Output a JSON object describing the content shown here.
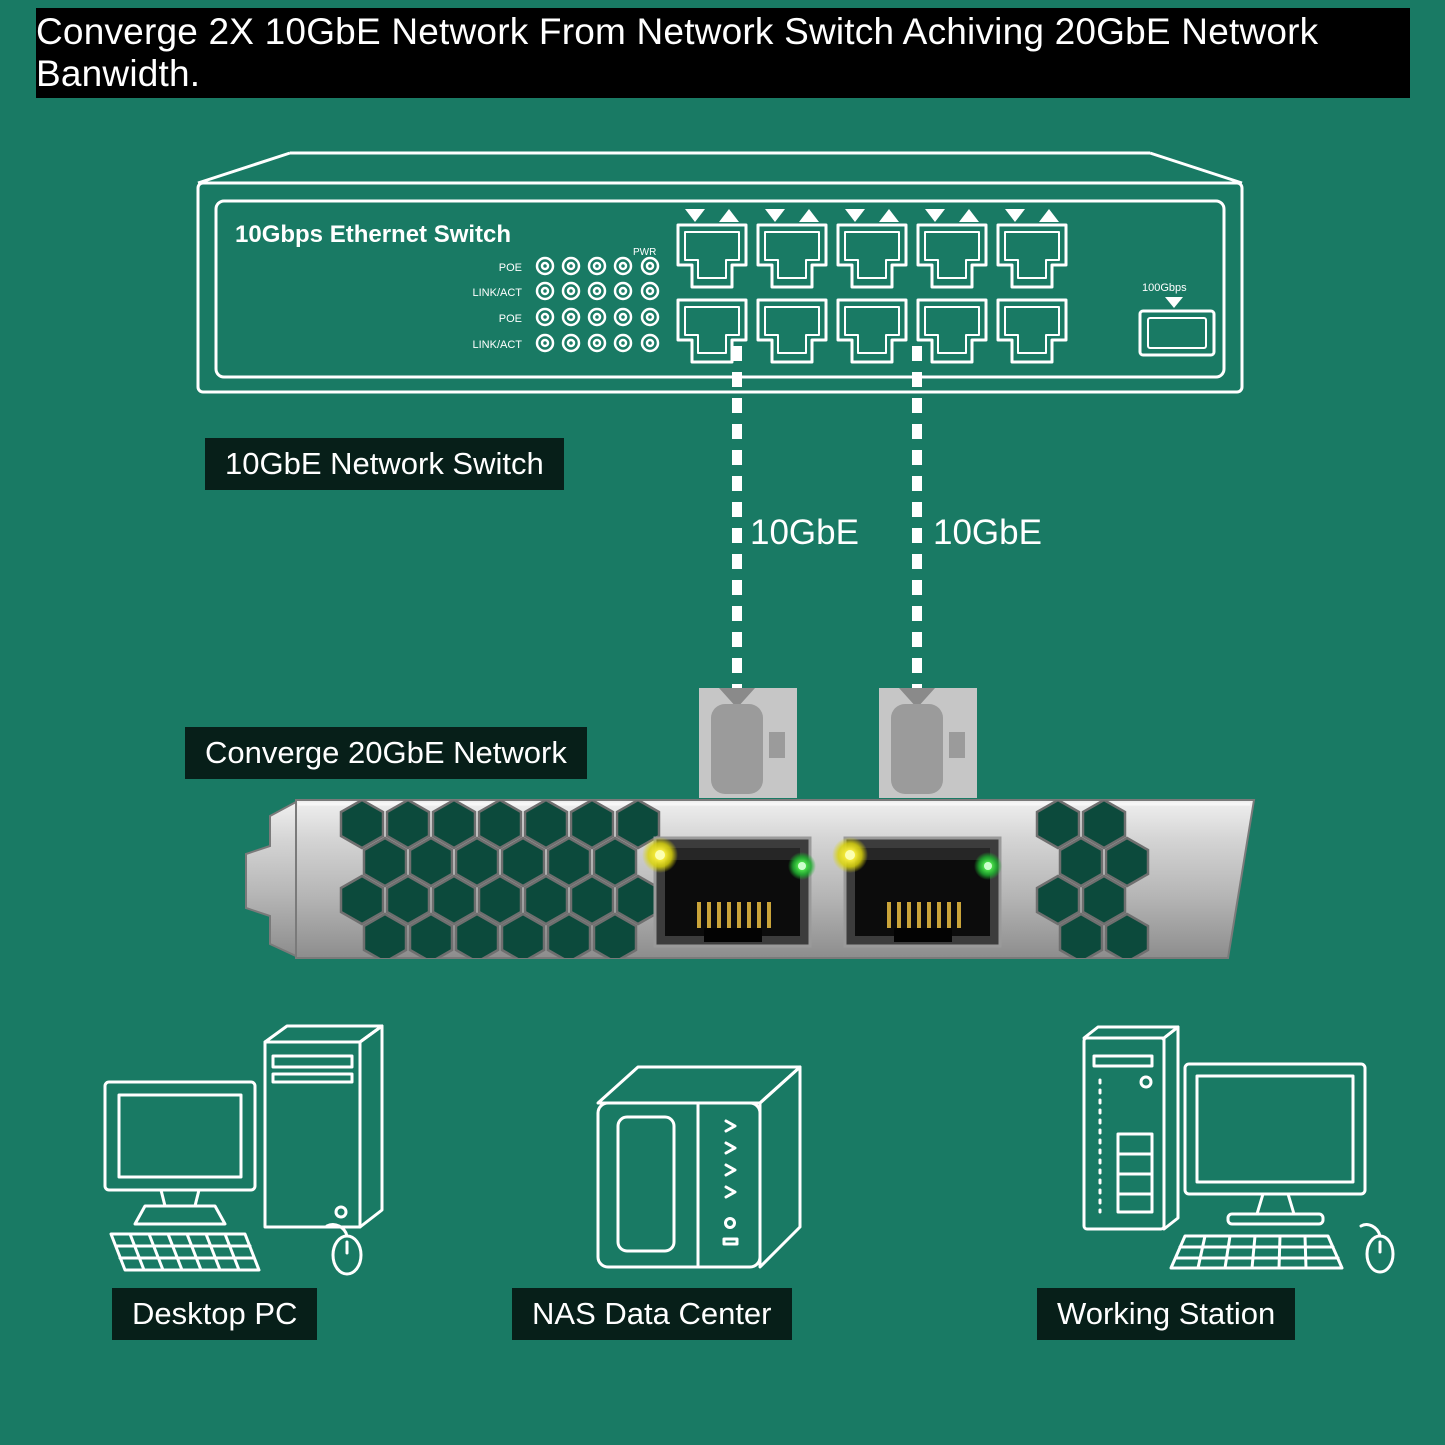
{
  "banner": {
    "title": "Converge 2X 10GbE Network From Network Switch Achiving 20GbE Network Banwidth."
  },
  "colors": {
    "background": "#197a64",
    "banner_bg": "#000000",
    "banner_text": "#ffffff",
    "caption_bg": "rgba(5,15,12,0.85)",
    "caption_text": "#ffffff",
    "line_art": "#ffffff",
    "led_yellow": "#f2e838",
    "led_green": "#35c24a",
    "bracket_metal": "#c0c0c0",
    "cable_gray": "#9b9b9b"
  },
  "switch": {
    "panel_title": "10Gbps Ethernet Switch",
    "led_row_labels": [
      "POE",
      "LINK/ACT",
      "POE",
      "LINK/ACT"
    ],
    "pwr_label": "PWR",
    "uplink_label": "100Gbps",
    "caption": "10GbE Network Switch"
  },
  "cables": {
    "left_label": "10GbE",
    "right_label": "10GbE"
  },
  "nic": {
    "caption": "Converge 20GbE Network"
  },
  "devices": {
    "desktop": {
      "caption": "Desktop PC"
    },
    "nas": {
      "caption": "NAS Data Center"
    },
    "workstation": {
      "caption": "Working Station"
    }
  }
}
